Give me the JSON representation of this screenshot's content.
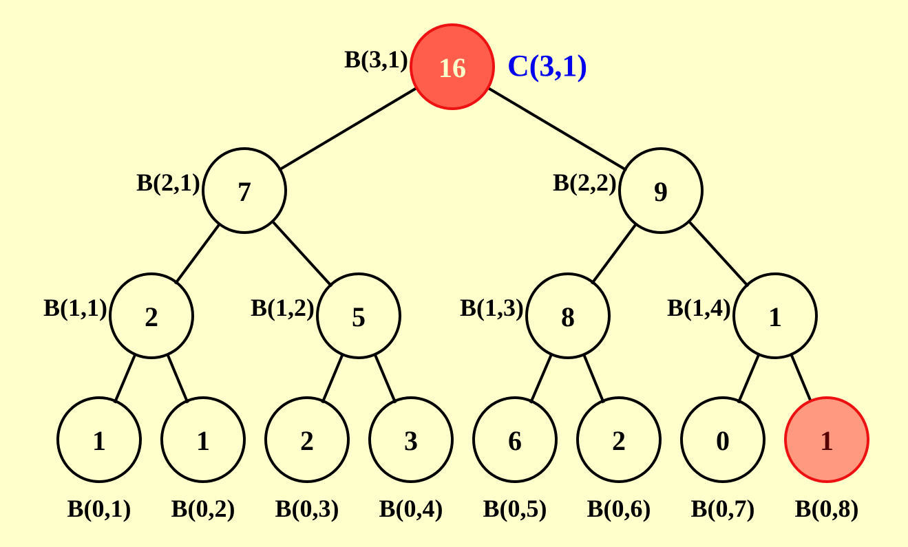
{
  "diagram": {
    "colors": {
      "background": "#ffffcc",
      "stroke": "#000000",
      "highlight_root_fill": "#ff5e4d",
      "highlight_root_stroke": "#ee1111",
      "highlight_root_text": "#ffffcc",
      "highlight_leaf_fill": "#ff9a80",
      "highlight_leaf_stroke": "#ee1111",
      "highlight_leaf_text": "#550000",
      "annotation_color": "#0000ee"
    },
    "root_annotation": "C(3,1)",
    "nodes": [
      {
        "id": "r",
        "value": "16",
        "label": "B(3,1)",
        "level": 3,
        "highlight": "root"
      },
      {
        "id": "a",
        "value": "7",
        "label": "B(2,1)",
        "level": 2,
        "parent": "r"
      },
      {
        "id": "b",
        "value": "9",
        "label": "B(2,2)",
        "level": 2,
        "parent": "r"
      },
      {
        "id": "c1",
        "value": "2",
        "label": "B(1,1)",
        "level": 1,
        "parent": "a"
      },
      {
        "id": "c2",
        "value": "5",
        "label": "B(1,2)",
        "level": 1,
        "parent": "a"
      },
      {
        "id": "c3",
        "value": "8",
        "label": "B(1,3)",
        "level": 1,
        "parent": "b"
      },
      {
        "id": "c4",
        "value": "1",
        "label": "B(1,4)",
        "level": 1,
        "parent": "b"
      },
      {
        "id": "l1",
        "value": "1",
        "label": "B(0,1)",
        "level": 0,
        "parent": "c1"
      },
      {
        "id": "l2",
        "value": "1",
        "label": "B(0,2)",
        "level": 0,
        "parent": "c1"
      },
      {
        "id": "l3",
        "value": "2",
        "label": "B(0,3)",
        "level": 0,
        "parent": "c2"
      },
      {
        "id": "l4",
        "value": "3",
        "label": "B(0,4)",
        "level": 0,
        "parent": "c2"
      },
      {
        "id": "l5",
        "value": "6",
        "label": "B(0,5)",
        "level": 0,
        "parent": "c3"
      },
      {
        "id": "l6",
        "value": "2",
        "label": "B(0,6)",
        "level": 0,
        "parent": "c3"
      },
      {
        "id": "l7",
        "value": "0",
        "label": "B(0,7)",
        "level": 0,
        "parent": "c4"
      },
      {
        "id": "l8",
        "value": "1",
        "label": "B(0,8)",
        "level": 0,
        "parent": "c4",
        "highlight": "leaf"
      }
    ]
  }
}
